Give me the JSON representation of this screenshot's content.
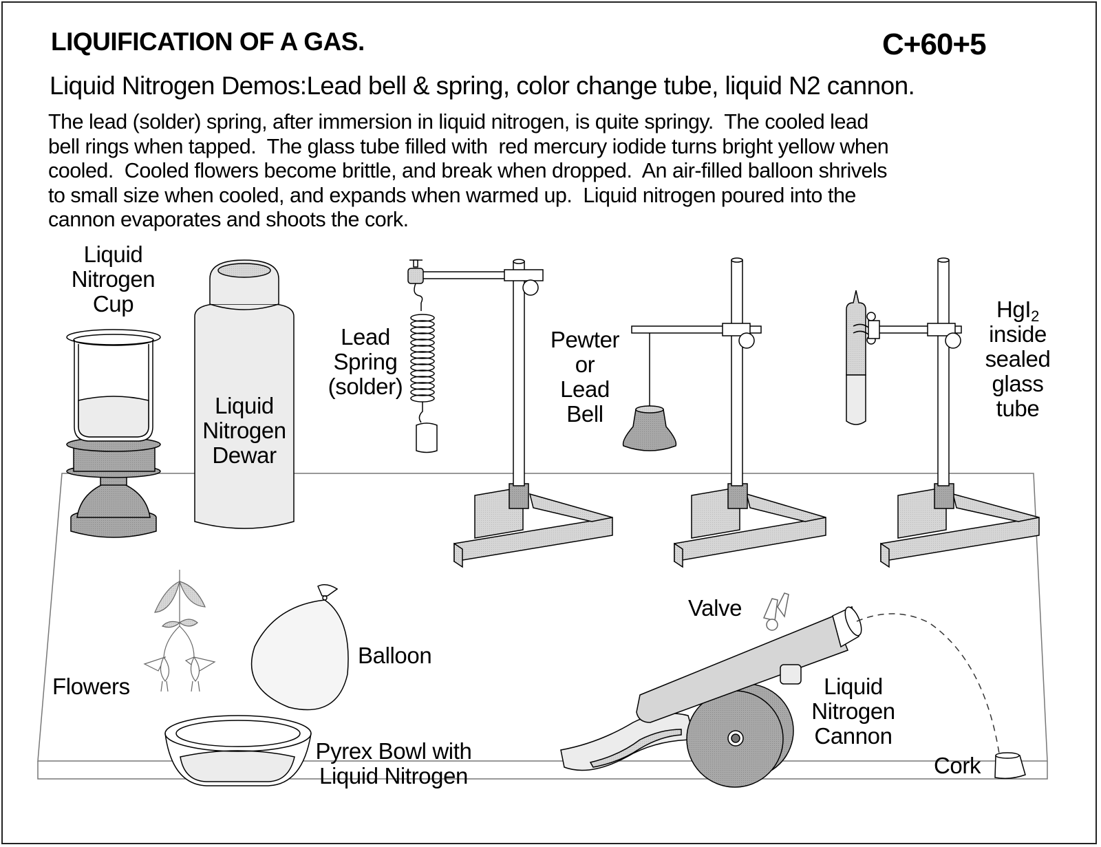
{
  "header": {
    "title": "LIQUIFICATION OF A GAS.",
    "code": "C+60+5",
    "subtitle": "Liquid Nitrogen Demos:Lead bell & spring, color change tube, liquid N2 cannon."
  },
  "description": {
    "lines": [
      "The lead (solder) spring, after immersion in liquid nitrogen, is quite springy.  The cooled lead",
      "bell rings when tapped.  The glass tube filled with  red mercury iodide turns bright yellow when",
      "cooled.  Cooled flowers become brittle, and break when dropped.  An air-filled balloon shrivels",
      "to small size when cooled, and expands when warmed up.  Liquid nitrogen poured into the",
      "cannon evaporates and shoots the cork."
    ]
  },
  "labels": {
    "cup": [
      "Liquid",
      "Nitrogen",
      "Cup"
    ],
    "dewar": [
      "Liquid",
      "Nitrogen",
      "Dewar"
    ],
    "spring": [
      "Lead",
      "Spring",
      "(solder)"
    ],
    "bell": [
      "Pewter",
      "or",
      "Lead",
      "Bell"
    ],
    "tube": {
      "formula_main": "HgI",
      "formula_sub": "2",
      "rest": [
        "inside",
        "sealed",
        "glass",
        "tube"
      ]
    },
    "flowers": "Flowers",
    "balloon": "Balloon",
    "bowl": [
      "Pyrex Bowl with",
      "Liquid Nitrogen"
    ],
    "valve": "Valve",
    "cannon": [
      "Liquid",
      "Nitrogen",
      "Cannon"
    ],
    "cork": "Cork"
  },
  "colors": {
    "ink": "#000000",
    "metal_dark": "#9a9a9a",
    "metal_mid": "#c8c8c8",
    "liquid_light": "#ececec",
    "frame": "#222222"
  }
}
